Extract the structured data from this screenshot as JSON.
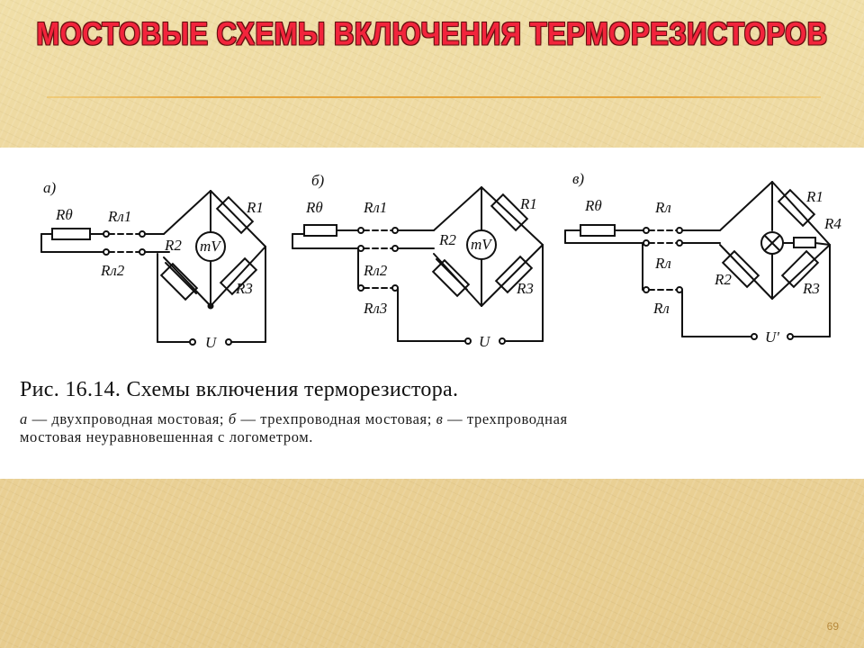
{
  "slide": {
    "title": "МОСТОВЫЕ СХЕМЫ ВКЛЮЧЕНИЯ ТЕРМОРЕЗИСТОРОВ",
    "page_number": "69"
  },
  "figure": {
    "caption_main": "Рис. 16.14. Схемы включения терморезистора.",
    "caption_a_letter": "а",
    "caption_a_text": " — двухпроводная мостовая; ",
    "caption_b_letter": "б",
    "caption_b_text": " — трехпроводная мостовая; ",
    "caption_c_letter": "в",
    "caption_c_text": " — трехпроводная",
    "caption_line2": "мостовая    неуравновешенная с логометром.",
    "diagram_a": {
      "tag": "а)",
      "r_theta": "Rθ",
      "rl1": "Rл1",
      "rl2": "Rл2",
      "r1": "R1",
      "r2": "R2",
      "r3": "R3",
      "meter": "mV",
      "supply": "U"
    },
    "diagram_b": {
      "tag": "б)",
      "r_theta": "Rθ",
      "rl1": "Rл1",
      "rl2": "Rл2",
      "rl3": "Rл3",
      "r1": "R1",
      "r2": "R2",
      "r3": "R3",
      "meter": "mV",
      "supply": "U"
    },
    "diagram_c": {
      "tag": "в)",
      "r_theta": "Rθ",
      "rl_top": "Rл",
      "rl_mid": "Rл",
      "rl_bot": "Rл",
      "r1": "R1",
      "r2": "R2",
      "r3": "R3",
      "r4": "R4",
      "supply": "U'"
    }
  },
  "colors": {
    "title": "#f2243c",
    "rule": "#e6a43a",
    "page_number": "#b88a3c"
  }
}
